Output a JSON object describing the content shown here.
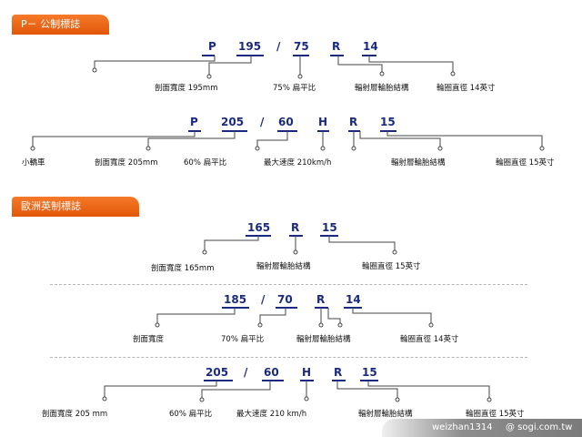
{
  "sections": {
    "metric_title": "P－ 公制標誌",
    "euro_title": "歐洲英制標誌"
  },
  "codes": {
    "a": [
      "P",
      "195",
      "/",
      "75",
      "R",
      "14"
    ],
    "b": [
      "P",
      "205",
      "/",
      "60",
      "H",
      "R",
      "15"
    ],
    "c": [
      "165",
      "R",
      "15"
    ],
    "d": [
      "185",
      "/",
      "70",
      "R",
      "14"
    ],
    "e": [
      "205",
      "/",
      "60",
      "H",
      "R",
      "15"
    ]
  },
  "labels": {
    "a": [
      "剖面寬度 195mm",
      "75% 扁平比",
      "輻射層輪胎結構",
      "輪圈直徑 14英寸"
    ],
    "b": [
      "小轎車",
      "剖面寬度 205mm",
      "60% 扁平比",
      "最大速度 210km/h",
      "輻射層輪胎結構",
      "輪圈直徑 15英寸"
    ],
    "c": [
      "剖面寬度 165mm",
      "輻射層輪胎結構",
      "輪圈直徑 15英寸"
    ],
    "d": [
      "剖面寬度",
      "70% 扁平比",
      "輻射層輪胎結構",
      "輪圈直徑 14英寸"
    ],
    "e": [
      "剖面寬度  205 mm",
      "60% 扁平比",
      "最大速度 210 km/h",
      "輻射層輪胎結構",
      "輪圈直徑 15英寸"
    ]
  },
  "watermark": {
    "user": "weizhan1314",
    "site": "@ sogi.com.tw"
  },
  "colors": {
    "tag_orange": "#e8620f",
    "code_navy": "#1a2a80"
  }
}
